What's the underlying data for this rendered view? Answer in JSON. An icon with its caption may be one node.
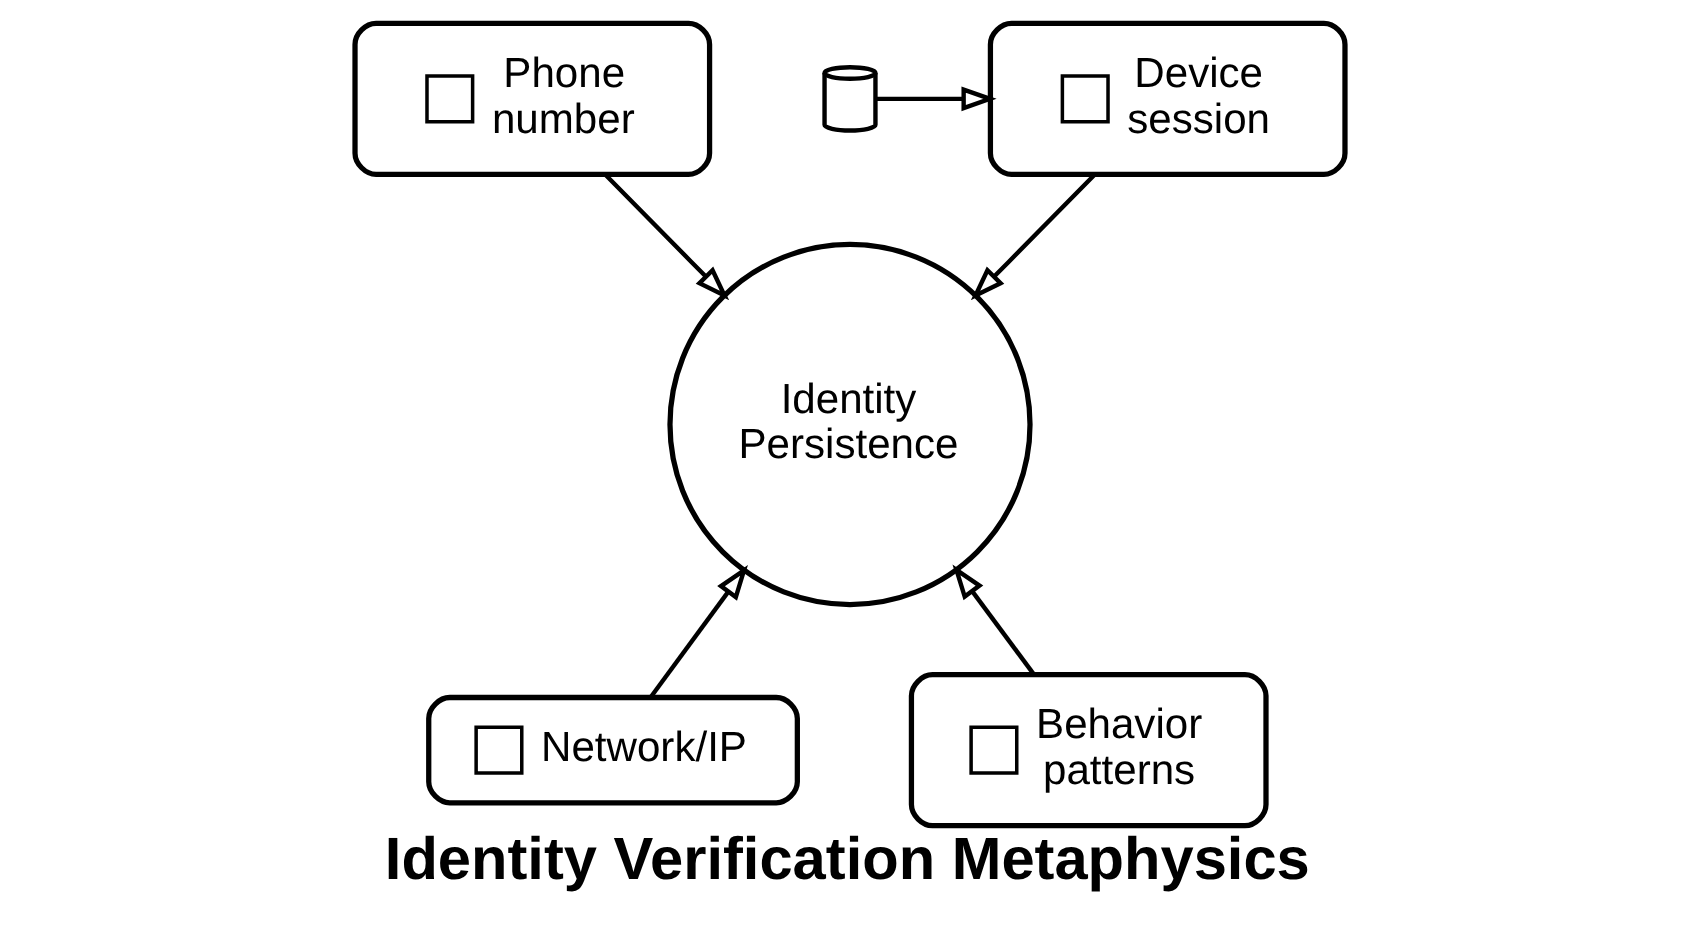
{
  "diagram": {
    "title": "Identity Verification Metaphysics",
    "nodes": [
      {
        "text": [
          "Phone number"
        ]
      },
      {
        "text": [],
        "shape": "cylinder"
      },
      {
        "text": [
          "Device session"
        ]
      },
      {
        "text": [
          "Identity Persistence"
        ]
      },
      {
        "text": [
          "Network/IP"
        ]
      },
      {
        "text": [
          "Behavior patterns"
        ]
      }
    ],
    "edges": [
      {
        "from": 1,
        "to": 2,
        "arrow": "to"
      },
      {
        "from": 0,
        "to": 3,
        "arrow": "to"
      },
      {
        "from": 2,
        "to": 3,
        "arrow": "to"
      },
      {
        "from": 4,
        "to": 3,
        "arrow": "to"
      },
      {
        "from": 5,
        "to": 3,
        "arrow": "to"
      }
    ]
  }
}
